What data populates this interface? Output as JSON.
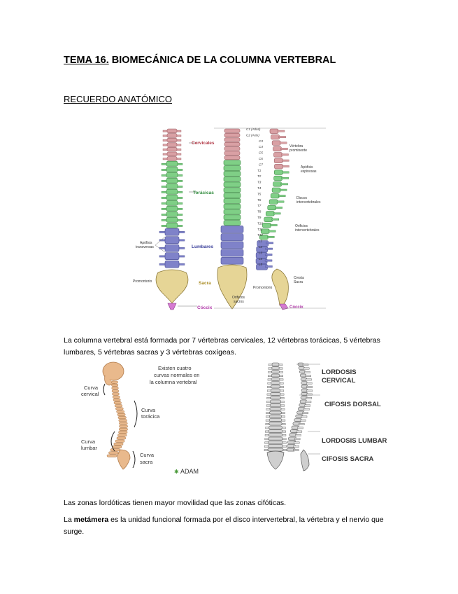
{
  "doc": {
    "title_number": "TEMA 16.",
    "title_text": "BIOMECÁNICA DE LA COLUMNA VERTEBRAL",
    "section_heading": "RECUERDO ANATÓMICO",
    "paragraph1": "La columna vertebral está formada por 7 vértebras cervicales, 12 vértebras torácicas, 5 vértebras lumbares, 5 vértebras sacras y 3 vértebras coxígeas.",
    "paragraph2": "Las zonas lordóticas tienen mayor movilidad que las zonas cifóticas.",
    "paragraph3_term": "metámera",
    "paragraph3_prefix": "La",
    "paragraph3_rest": "es la unidad funcional formada por el disco intervertebral, la vértebra y el nervio que surge."
  },
  "figure1": {
    "labels": {
      "cervicales": "Cervicales",
      "toracicas": "Torácicas",
      "lumbares": "Lumbares",
      "sacra": "Sacra",
      "coccix": "Cóccix",
      "apofisis_transversas_1": "Apófisis",
      "apofisis_transversas_2": "transversas",
      "promontorio_left": "Promontorio",
      "promontorio_right": "Promontorio",
      "orificios_sacros_1": "Orificios",
      "orificios_sacros_2": "sacros",
      "vertebra_prominente_1": "Vértebra",
      "vertebra_prominente_2": "prominente",
      "apofisis_espinosas_1": "Apófisis",
      "apofisis_espinosas_2": "espinosas",
      "discos_1": "Discos",
      "discos_2": "intervertebrales",
      "orificios_inter_1": "Orificios",
      "orificios_inter_2": "intervertebrales",
      "cresta_sacra_1": "Cresta",
      "cresta_sacra_2": "Sacra",
      "coccix_right": "Cóccix"
    },
    "vertebra_codes": [
      "C1 (Atlas)",
      "C2 (Axis)",
      "C3",
      "C4",
      "C5",
      "C6",
      "C7",
      "T1",
      "T2",
      "T3",
      "T4",
      "T5",
      "T6",
      "T7",
      "T8",
      "T9",
      "T10",
      "T11",
      "T12",
      "L1",
      "L2",
      "L3",
      "L4",
      "L5"
    ],
    "colors": {
      "cervical": "#d9a0a4",
      "thoracic": "#7fcf86",
      "lumbar": "#7f82c9",
      "sacral": "#e6d596",
      "coccyx": "#d57ad1"
    }
  },
  "figure2": {
    "caption_1": "Existen cuatro",
    "caption_2": "curvas normales en",
    "caption_3": "la columna vertebral",
    "curva_cervical_1": "Curva",
    "curva_cervical_2": "cervical",
    "curva_toracica_1": "Curva",
    "curva_toracica_2": "torácica",
    "curva_lumbar_1": "Curva",
    "curva_lumbar_2": "lumbar",
    "curva_sacra_1": "Curva",
    "curva_sacra_2": "sacra",
    "logo": "ADAM"
  },
  "figure3": {
    "lordosis_cervical_1": "LORDOSIS",
    "lordosis_cervical_2": "CERVICAL",
    "cifosis_dorsal": "CIFOSIS DORSAL",
    "lordosis_lumbar": "LORDOSIS LUMBAR",
    "cifosis_sacra": "CIFOSIS SACRA"
  }
}
